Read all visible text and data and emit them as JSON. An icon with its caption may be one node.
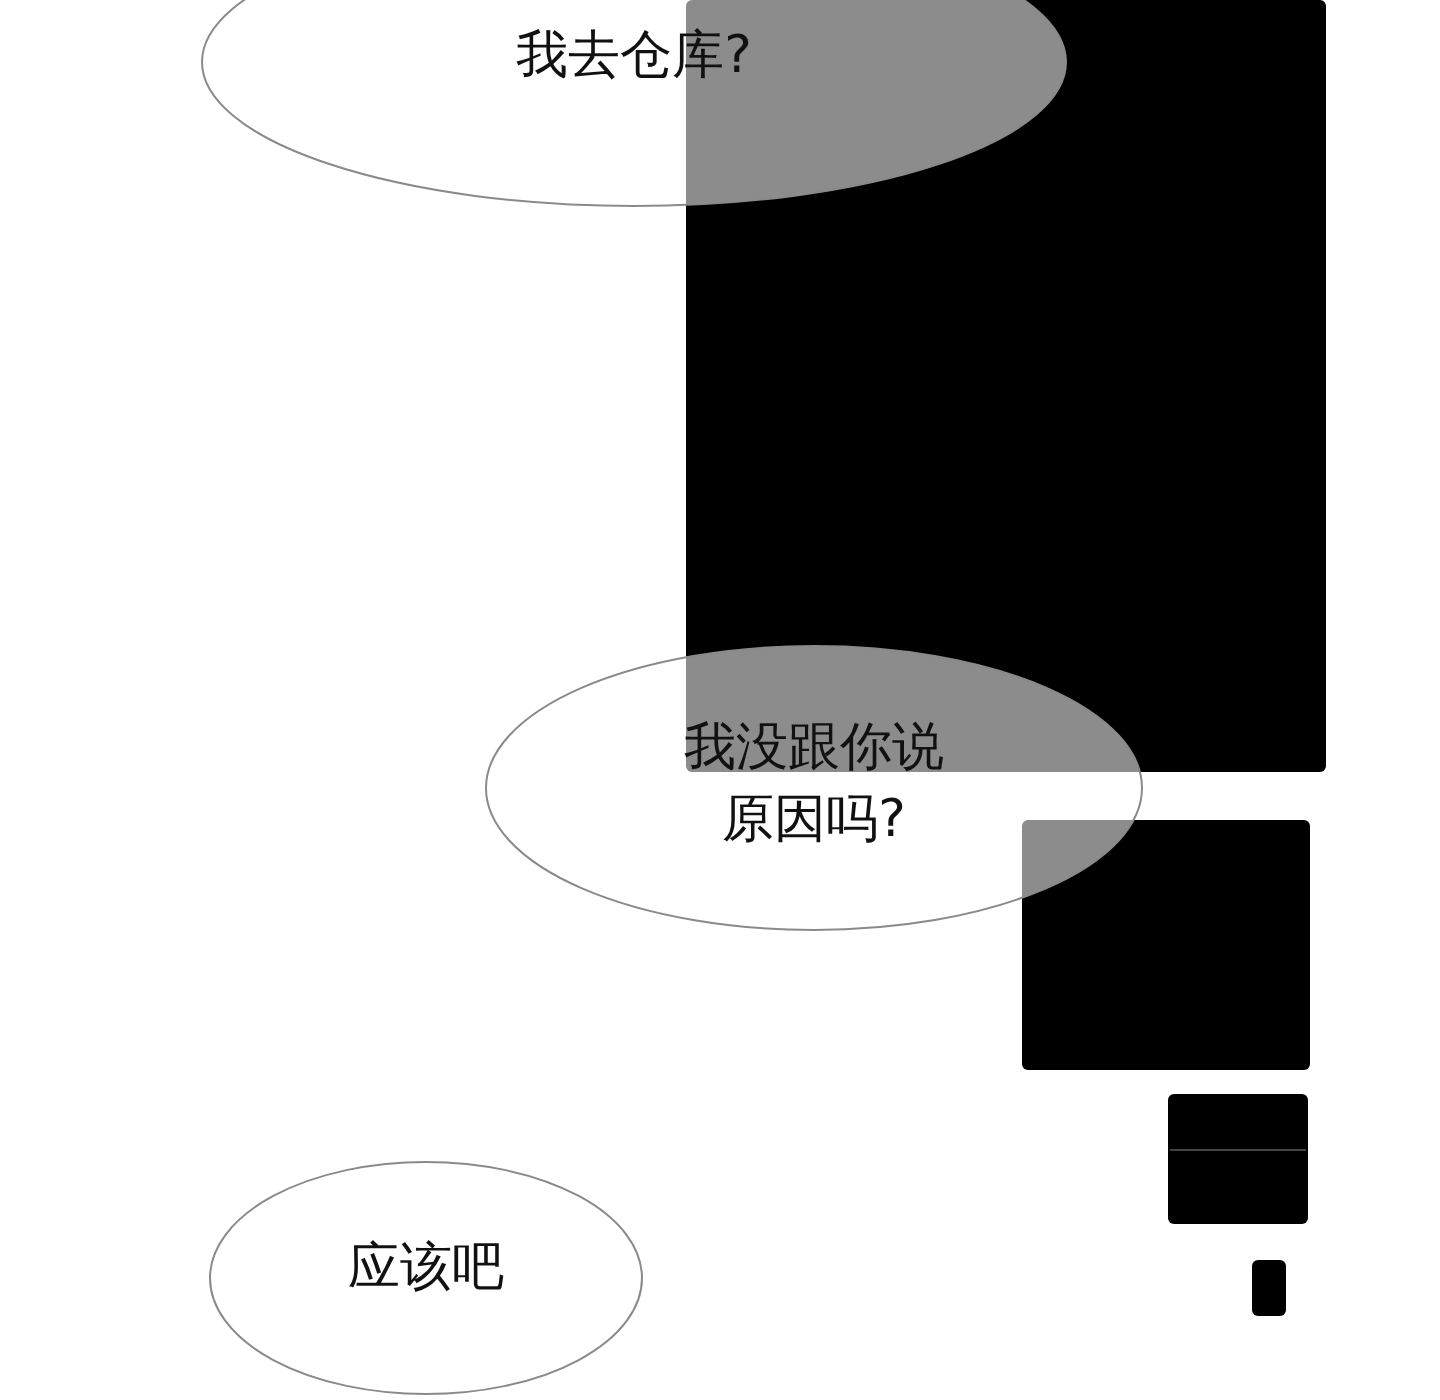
{
  "diagram": {
    "nodes": [
      {
        "text": [
          "我去仓库?"
        ]
      },
      {
        "text": [
          "我没跟你说原因吗?"
        ]
      },
      {
        "text": [
          "应该吧"
        ]
      }
    ]
  }
}
